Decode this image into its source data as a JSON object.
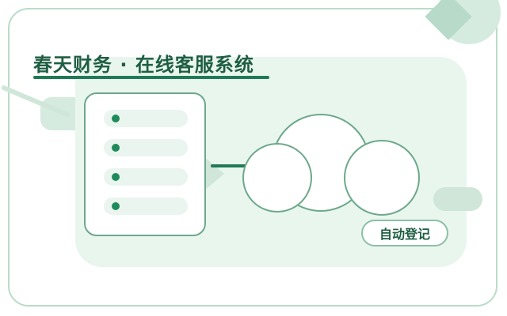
{
  "header": {
    "title": "春天财务 · 在线客服系统"
  },
  "illustration": {
    "server_slots": 4,
    "badge_label": "自动登记"
  },
  "colors": {
    "accent": "#1f7a55",
    "title_text": "#1f5e43",
    "panel_bg": "#e9f6ee",
    "outline": "#6da88b",
    "dot": "#1f8a5b"
  },
  "icons": [
    "server-icon",
    "cloud-icon"
  ]
}
